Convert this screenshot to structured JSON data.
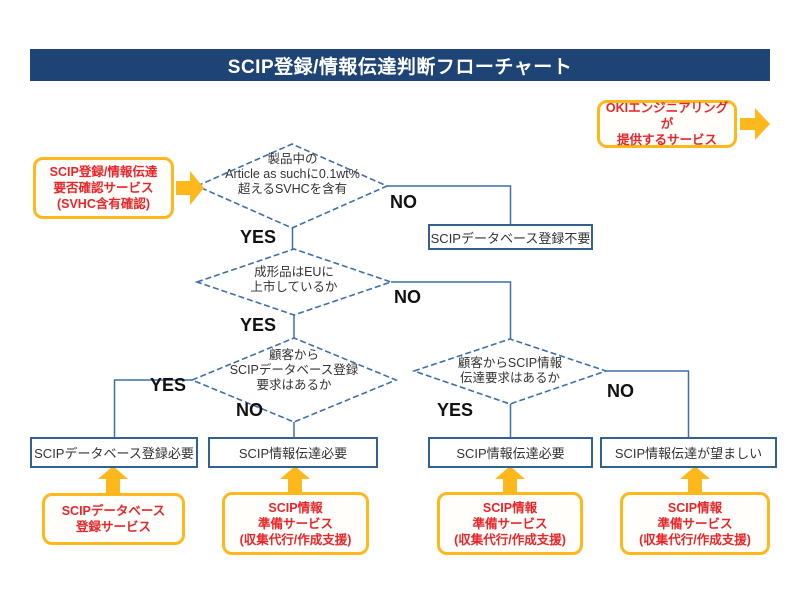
{
  "title": "SCIP登録/情報伝達判断フローチャート",
  "labels": {
    "yes": "YES",
    "no": "NO"
  },
  "decisions": {
    "d1": {
      "lines": [
        "製品中の",
        "Article as suchに0.1wt%",
        "超えるSVHCを含有"
      ]
    },
    "d2": {
      "lines": [
        "成形品はEUに",
        "上市しているか"
      ]
    },
    "d3": {
      "lines": [
        "顧客から",
        "SCIPデータベース登録",
        "要求はあるか"
      ]
    },
    "d4": {
      "lines": [
        "顧客からSCIP情報",
        "伝達要求はあるか"
      ]
    }
  },
  "results": {
    "no_registration": "SCIPデータベース登録不要",
    "registration_required": "SCIPデータベース登録必要",
    "info_required_left": "SCIP情報伝達必要",
    "info_required_right": "SCIP情報伝達必要",
    "info_desirable": "SCIP情報伝達が望ましい"
  },
  "services": {
    "oki_provider": {
      "lines": [
        "OKIエンジニアリングが",
        "提供するサービス"
      ]
    },
    "check": {
      "lines": [
        "SCIP登録/情報伝達",
        "要否確認サービス",
        "(SVHC含有確認)"
      ]
    },
    "db_registration": {
      "lines": [
        "SCIPデータベース",
        "登録サービス"
      ]
    },
    "prep1": {
      "lines": [
        "SCIP情報",
        "準備サービス",
        "(収集代行/作成支援)"
      ]
    },
    "prep2": {
      "lines": [
        "SCIP情報",
        "準備サービス",
        "(収集代行/作成支援)"
      ]
    },
    "prep3": {
      "lines": [
        "SCIP情報",
        "準備サービス",
        "(収集代行/作成支援)"
      ]
    }
  },
  "colors": {
    "title_bg": "#1e4476",
    "title_text": "#ffffff",
    "connector": "#3f6fa8",
    "diamond_border": "#3f6fa8",
    "result_box_border": "#31618e",
    "callout_border": "#ffb81c",
    "callout_text": "#e8262a",
    "arrow": "#ffb81c"
  }
}
